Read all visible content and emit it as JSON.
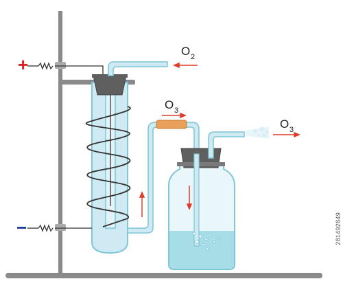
{
  "labels": {
    "inlet_gas": "O",
    "inlet_sub": "2",
    "tube_gas": "O",
    "tube_sub": "3",
    "outlet_gas": "O",
    "outlet_sub": "3"
  },
  "electrodes": {
    "positive": "+",
    "negative": "−"
  },
  "watermark": {
    "stock_id": "281492849"
  },
  "colors": {
    "glass": "#cfeaf2",
    "glass_stroke": "#7fc6d6",
    "liquid": "#a6dde6",
    "stopper": "#5f5f5f",
    "stand": "#8a8a8a",
    "arrow": "#e03a2a",
    "positive": "#e02020",
    "negative": "#1f3fa8",
    "connector": "#e8a05a"
  },
  "icons": {
    "coil": "spiral-coil-icon",
    "spring_resistor": "zigzag-wire-icon",
    "gas_puff": "gas-puff-icon"
  }
}
